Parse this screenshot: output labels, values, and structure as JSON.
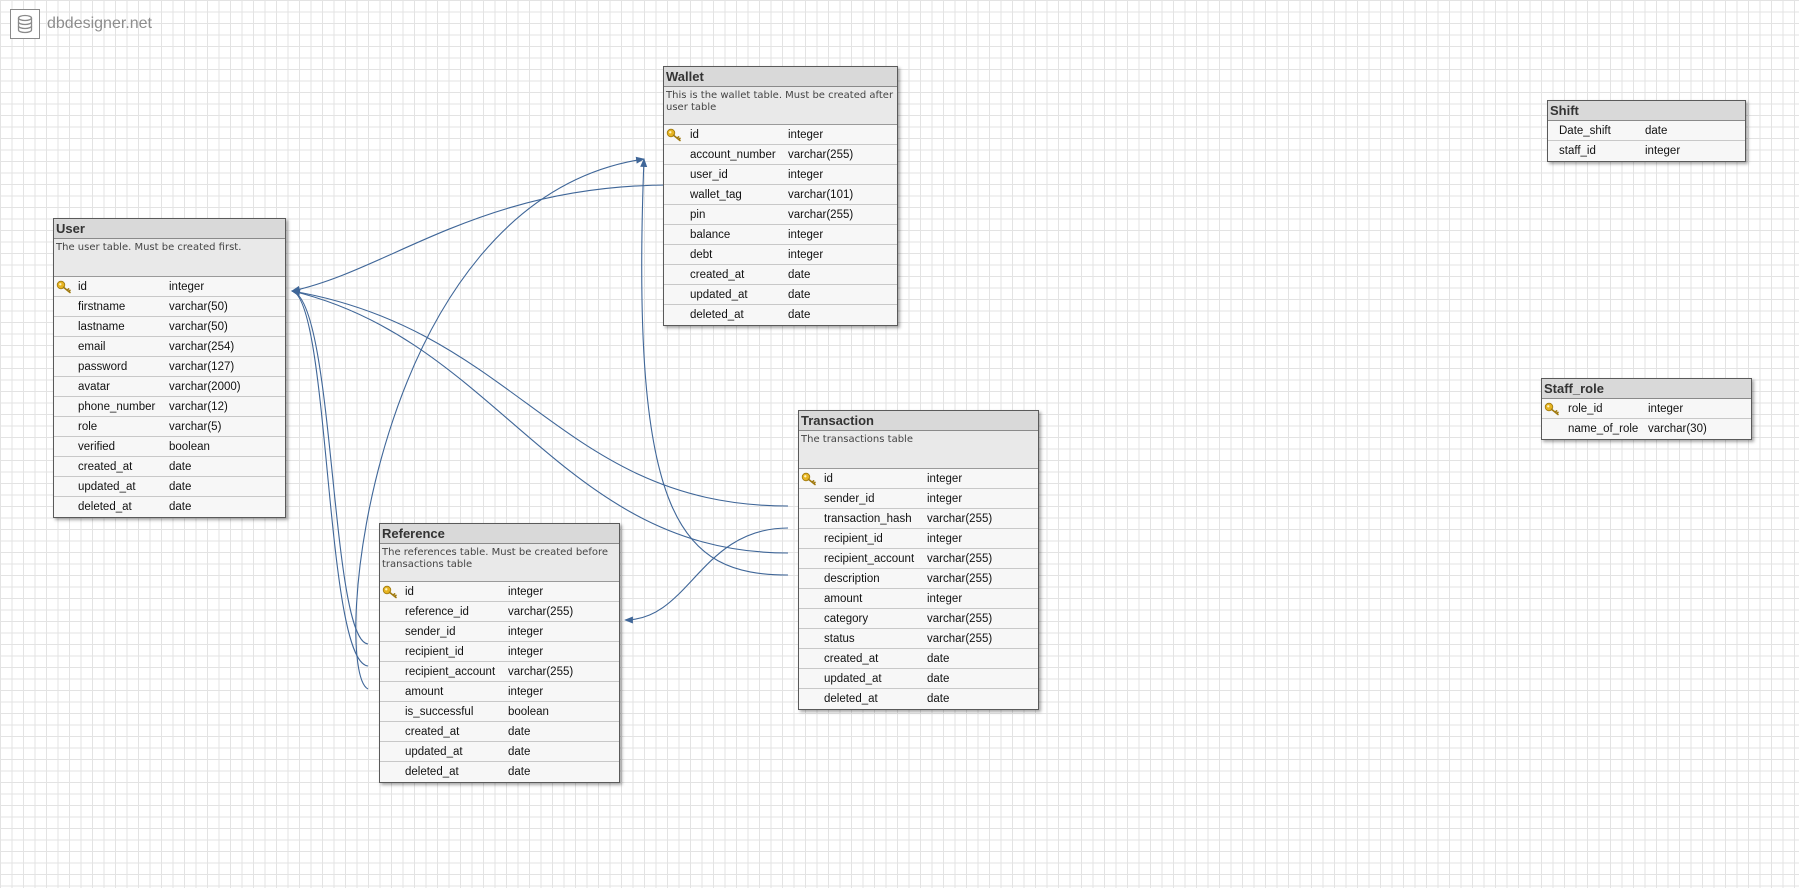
{
  "app": {
    "logo_text": "dbdesigner.net"
  },
  "colors": {
    "link": "#3f6698",
    "header": "#d9d9d9",
    "pk_key": "#e6b422"
  },
  "tables": {
    "user": {
      "title": "User",
      "description": "The user table. Must be created first.",
      "fields": [
        {
          "name": "id",
          "type": "integer",
          "pk": true
        },
        {
          "name": "firstname",
          "type": "varchar(50)"
        },
        {
          "name": "lastname",
          "type": "varchar(50)"
        },
        {
          "name": "email",
          "type": "varchar(254)"
        },
        {
          "name": "password",
          "type": "varchar(127)"
        },
        {
          "name": "avatar",
          "type": "varchar(2000)"
        },
        {
          "name": "phone_number",
          "type": "varchar(12)"
        },
        {
          "name": "role",
          "type": "varchar(5)"
        },
        {
          "name": "verified",
          "type": "boolean"
        },
        {
          "name": "created_at",
          "type": "date"
        },
        {
          "name": "updated_at",
          "type": "date"
        },
        {
          "name": "deleted_at",
          "type": "date"
        }
      ]
    },
    "wallet": {
      "title": "Wallet",
      "description": "This is the wallet table. Must be created after user table",
      "fields": [
        {
          "name": "id",
          "type": "integer",
          "pk": true
        },
        {
          "name": "account_number",
          "type": "varchar(255)"
        },
        {
          "name": "user_id",
          "type": "integer"
        },
        {
          "name": "wallet_tag",
          "type": "varchar(101)"
        },
        {
          "name": "pin",
          "type": "varchar(255)"
        },
        {
          "name": "balance",
          "type": "integer"
        },
        {
          "name": "debt",
          "type": "integer"
        },
        {
          "name": "created_at",
          "type": "date"
        },
        {
          "name": "updated_at",
          "type": "date"
        },
        {
          "name": "deleted_at",
          "type": "date"
        }
      ]
    },
    "reference": {
      "title": "Reference",
      "description": "The references table. Must be created before transactions table",
      "fields": [
        {
          "name": "id",
          "type": "integer",
          "pk": true
        },
        {
          "name": "reference_id",
          "type": "varchar(255)"
        },
        {
          "name": "sender_id",
          "type": "integer"
        },
        {
          "name": "recipient_id",
          "type": "integer"
        },
        {
          "name": "recipient_account",
          "type": "varchar(255)"
        },
        {
          "name": "amount",
          "type": "integer"
        },
        {
          "name": "is_successful",
          "type": "boolean"
        },
        {
          "name": "created_at",
          "type": "date"
        },
        {
          "name": "updated_at",
          "type": "date"
        },
        {
          "name": "deleted_at",
          "type": "date"
        }
      ]
    },
    "transaction": {
      "title": "Transaction",
      "description": "The transactions table",
      "fields": [
        {
          "name": "id",
          "type": "integer",
          "pk": true
        },
        {
          "name": "sender_id",
          "type": "integer"
        },
        {
          "name": "transaction_hash",
          "type": "varchar(255)"
        },
        {
          "name": "recipient_id",
          "type": "integer"
        },
        {
          "name": "recipient_account",
          "type": "varchar(255)"
        },
        {
          "name": "description",
          "type": "varchar(255)"
        },
        {
          "name": "amount",
          "type": "integer"
        },
        {
          "name": "category",
          "type": "varchar(255)"
        },
        {
          "name": "status",
          "type": "varchar(255)"
        },
        {
          "name": "created_at",
          "type": "date"
        },
        {
          "name": "updated_at",
          "type": "date"
        },
        {
          "name": "deleted_at",
          "type": "date"
        }
      ]
    },
    "shift": {
      "title": "Shift",
      "fields": [
        {
          "name": "Date_shift",
          "type": "date"
        },
        {
          "name": "staff_id",
          "type": "integer"
        }
      ]
    },
    "staff_role": {
      "title": "Staff_role",
      "fields": [
        {
          "name": "role_id",
          "type": "integer",
          "pk": true
        },
        {
          "name": "name_of_role",
          "type": "varchar(30)"
        }
      ]
    }
  }
}
